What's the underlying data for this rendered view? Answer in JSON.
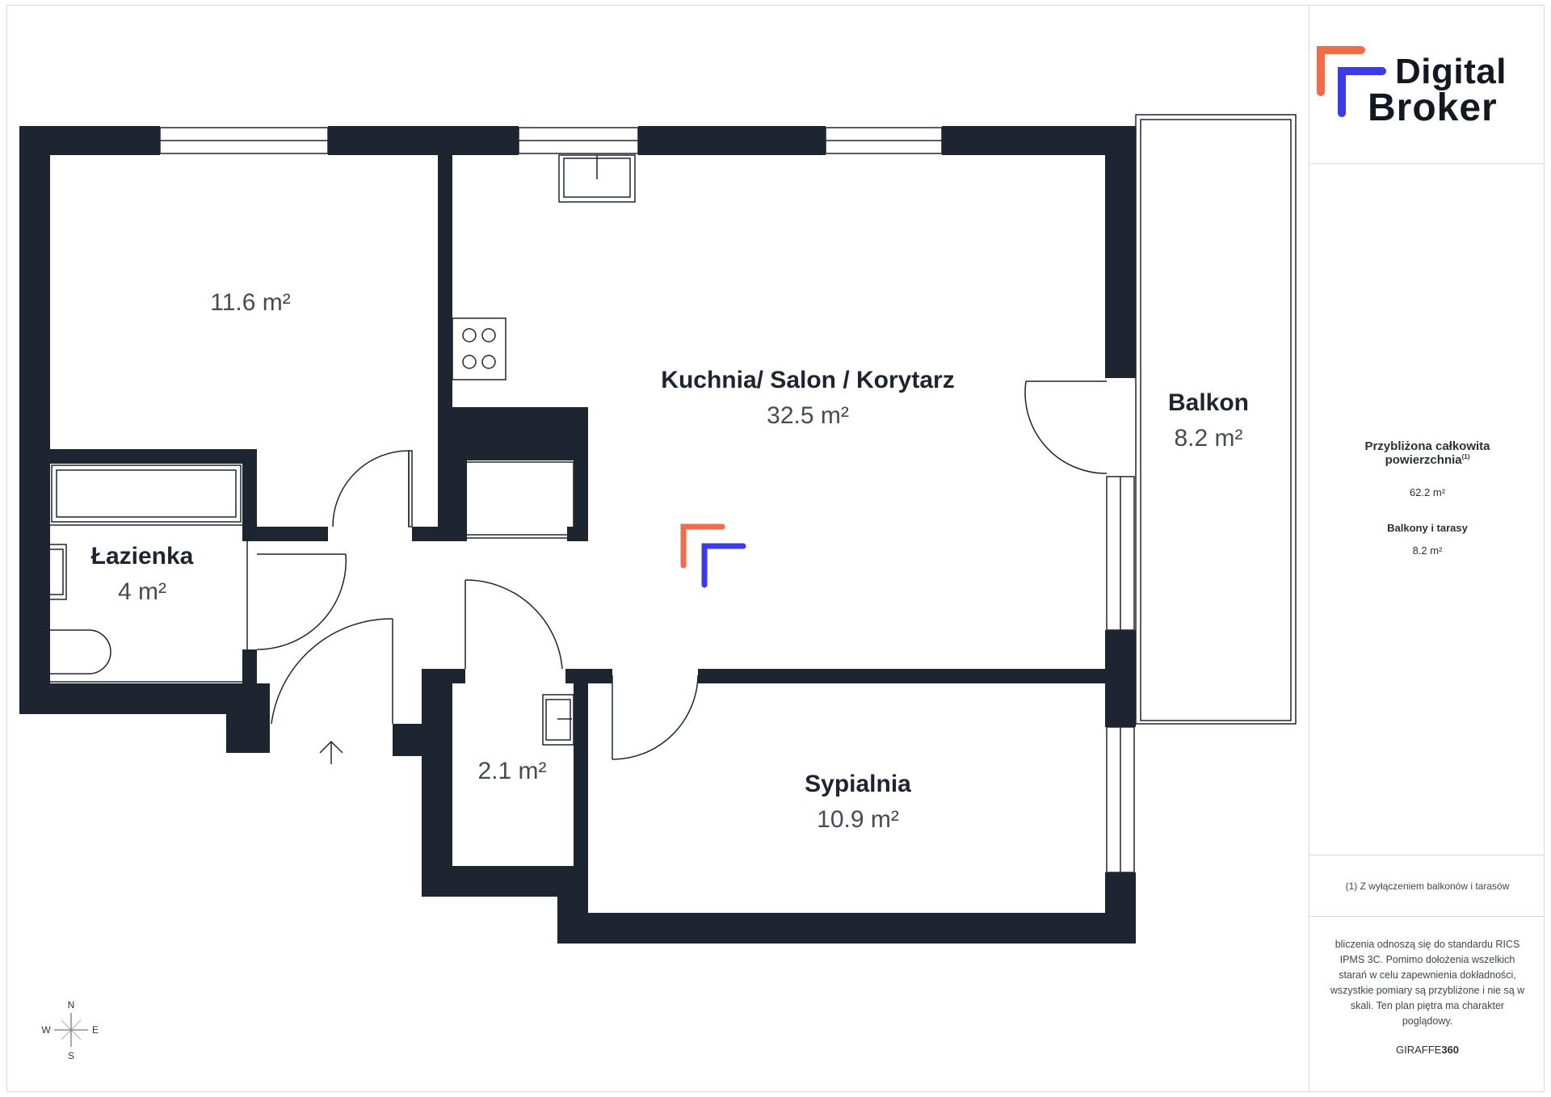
{
  "rooms": [
    {
      "id": "room-11",
      "name": "",
      "area": "11.6 m²"
    },
    {
      "id": "kitchen",
      "name": "Kuchnia/ Salon / Korytarz",
      "area": "32.5 m²"
    },
    {
      "id": "balcony",
      "name": "Balkon",
      "area": "8.2 m²"
    },
    {
      "id": "bathroom",
      "name": "Łazienka",
      "area": "4 m²"
    },
    {
      "id": "storage",
      "name": "",
      "area": "2.1 m²"
    },
    {
      "id": "bedroom",
      "name": "Sypialnia",
      "area": "10.9 m²"
    }
  ],
  "compass": {
    "n": "N",
    "s": "S",
    "e": "E",
    "w": "W"
  },
  "brand": {
    "line1": "Digital",
    "line2": "Broker",
    "accent_orange": "#f26b4a",
    "accent_blue": "#3b3be8"
  },
  "summary": {
    "total_label_line1": "Przybliżona całkowita",
    "total_label_line2": "powierzchnia",
    "total_sup": "(1)",
    "total_value": "62.2 m²",
    "balcony_label": "Balkony i tarasy",
    "balcony_value": "8.2 m²"
  },
  "footnote": "(1) Z wyłączeniem balkonów i tarasów",
  "disclaimer": "bliczenia odnoszą się do standardu RICS IPMS 3C. Pomimo dołożenia wszelkich starań w celu zapewnienia dokładności, wszystkie pomiary są przybliżone i nie są w skali. Ten plan piętra ma charakter poglądowy.",
  "credit": {
    "prefix": "GIRAFFE",
    "suffix": "360"
  },
  "colors": {
    "wall": "#1e2530"
  }
}
